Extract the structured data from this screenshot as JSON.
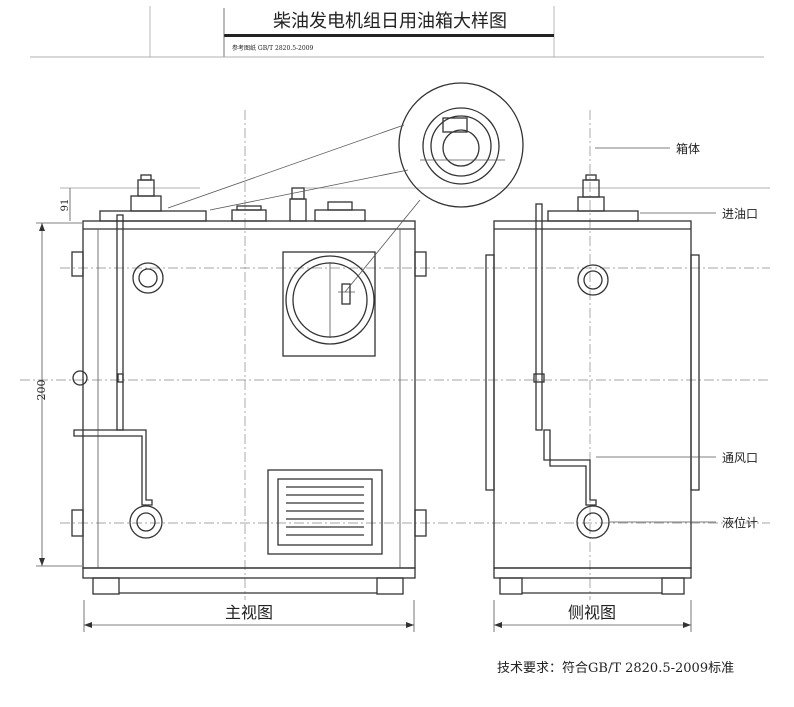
{
  "title_block": {
    "title": "柴油发电机组日用油箱大样图",
    "subtitle": "参考图纸 GB/T 2820.5-2009"
  },
  "views": {
    "front_label": "主视图",
    "side_label": "侧视图"
  },
  "callouts": {
    "tank_body": "箱体",
    "oil_inlet": "进油口",
    "vent": "通风口",
    "level_gauge": "液位计"
  },
  "dimensions": {
    "height_total": "200",
    "top_offset": "91"
  },
  "note": "技术要求：符合GB/T 2820.5-2009标准"
}
